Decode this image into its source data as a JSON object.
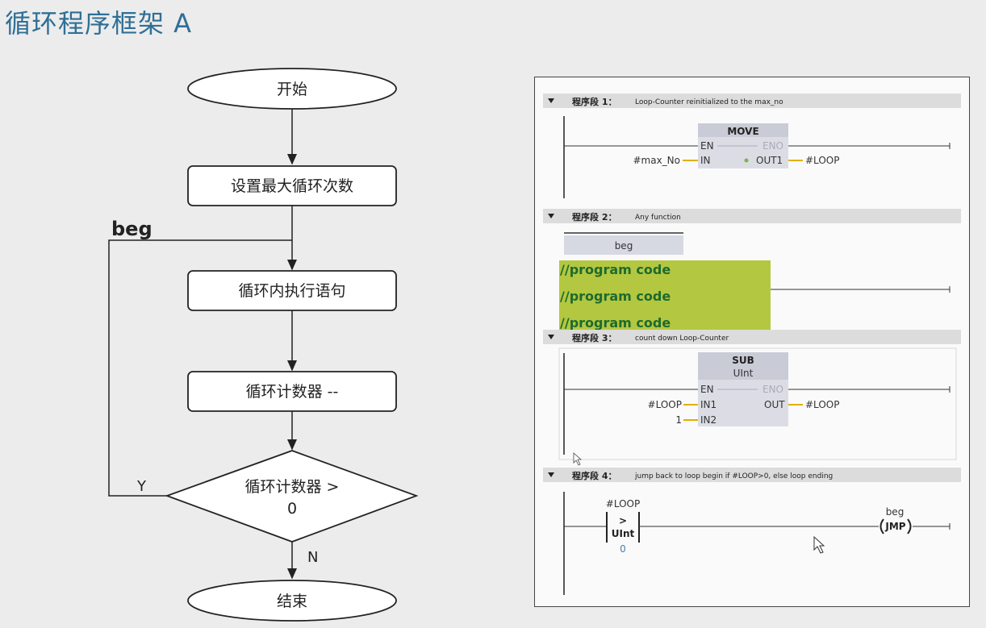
{
  "title": "循环程序框架 A",
  "flowchart": {
    "start": "开始",
    "set_max": "设置最大循环次数",
    "beg_label": "beg",
    "exec": "循环内执行语句",
    "counter_dec": "循环计数器 --",
    "decision_line1": "循环计数器 >",
    "decision_line2": "0",
    "yes": "Y",
    "no": "N",
    "end": "结束"
  },
  "ladder": {
    "seg1": {
      "title": "程序段 1：",
      "comment": "Loop-Counter reinitialized to the max_no",
      "block": "MOVE",
      "en": "EN",
      "eno": "ENO",
      "in": "IN",
      "out": "OUT1",
      "in_var": "#max_No",
      "out_var": "#LOOP"
    },
    "seg2": {
      "title": "程序段 2：",
      "comment": "Any function",
      "label": "beg",
      "code": [
        "//program code",
        "//program code",
        "//program code"
      ]
    },
    "seg3": {
      "title": "程序段 3：",
      "comment": "count down Loop-Counter",
      "block": "SUB",
      "type": "UInt",
      "en": "EN",
      "eno": "ENO",
      "in1": "IN1",
      "in2": "IN2",
      "out": "OUT",
      "in1_var": "#LOOP",
      "in2_var": "1",
      "out_var": "#LOOP"
    },
    "seg4": {
      "title": "程序段 4：",
      "comment": "jump back to loop begin if #LOOP>0, else loop ending",
      "compare_var": "#LOOP",
      "compare_op": ">",
      "compare_type": "UInt",
      "compare_value": "0",
      "jump_label": "beg",
      "jump_op": "JMP"
    }
  }
}
